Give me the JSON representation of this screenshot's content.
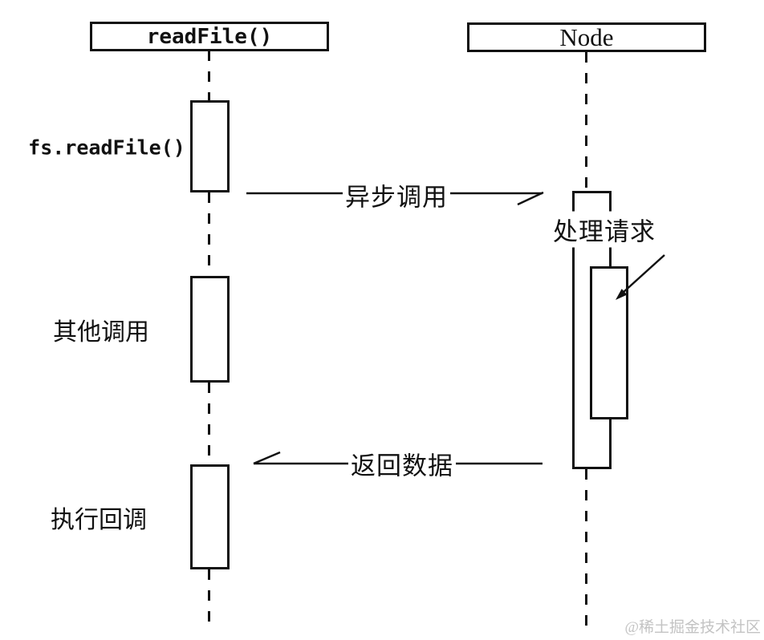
{
  "diagram": {
    "participants": [
      {
        "id": "readfile",
        "label": "readFile()"
      },
      {
        "id": "node",
        "label": "Node"
      }
    ],
    "annotations": [
      {
        "id": "fs-readfile",
        "label": "fs.readFile()"
      },
      {
        "id": "other-calls",
        "label": "其他调用"
      },
      {
        "id": "exec-callback",
        "label": "执行回调"
      }
    ],
    "messages": [
      {
        "id": "async-call",
        "label": "异步调用",
        "direction": "right"
      },
      {
        "id": "handle-request",
        "label": "处理请求",
        "direction": "self"
      },
      {
        "id": "return-data",
        "label": "返回数据",
        "direction": "left"
      }
    ],
    "watermark": "@稀土掘金技术社区",
    "colors": {
      "stroke": "#111111",
      "background": "#ffffff",
      "watermark": "#c3c3c3"
    }
  }
}
